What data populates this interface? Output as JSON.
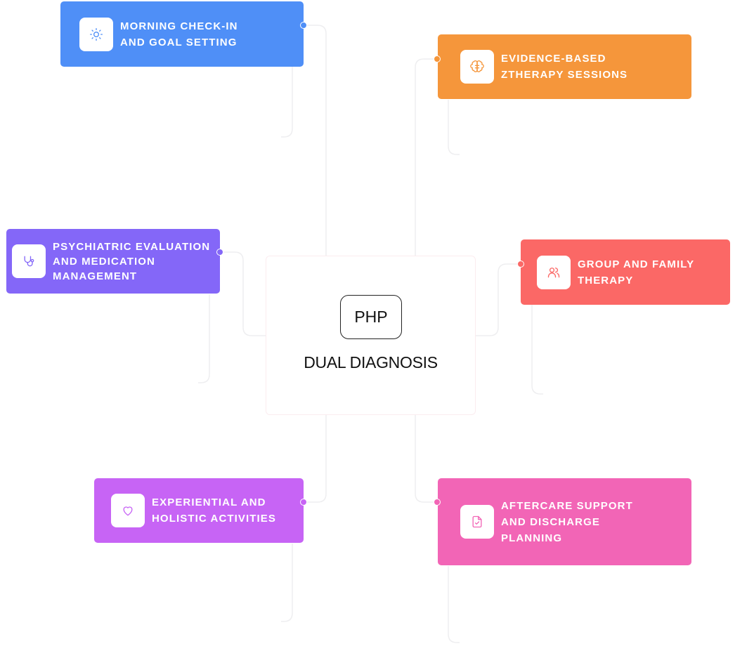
{
  "center": {
    "badge": "PHP",
    "title": "DUAL DIAGNOSIS"
  },
  "nodes": [
    {
      "id": "morning",
      "label": "MORNING CHECK-IN\nAND GOAL SETTING",
      "icon": "sun-icon",
      "color": "#4f8ff7"
    },
    {
      "id": "therapy",
      "label": "EVIDENCE-BASED\nZTHERAPY SESSIONS",
      "icon": "brain-icon",
      "color": "#f5963b"
    },
    {
      "id": "psychiatric",
      "label": "PSYCHIATRIC EVALUATION\nAND MEDICATION\nMANAGEMENT",
      "icon": "stethoscope-icon",
      "color": "#8467f8"
    },
    {
      "id": "group",
      "label": "GROUP AND FAMILY\nTHERAPY",
      "icon": "users-icon",
      "color": "#fb6866"
    },
    {
      "id": "experiential",
      "label": "EXPERIENTIAL AND\nHOLISTIC ACTIVITIES",
      "icon": "heart-icon",
      "color": "#c764f5"
    },
    {
      "id": "aftercare",
      "label": "AFTERCARE SUPPORT\nAND DISCHARGE\nPLANNING",
      "icon": "file-check-icon",
      "color": "#f265b6"
    }
  ]
}
